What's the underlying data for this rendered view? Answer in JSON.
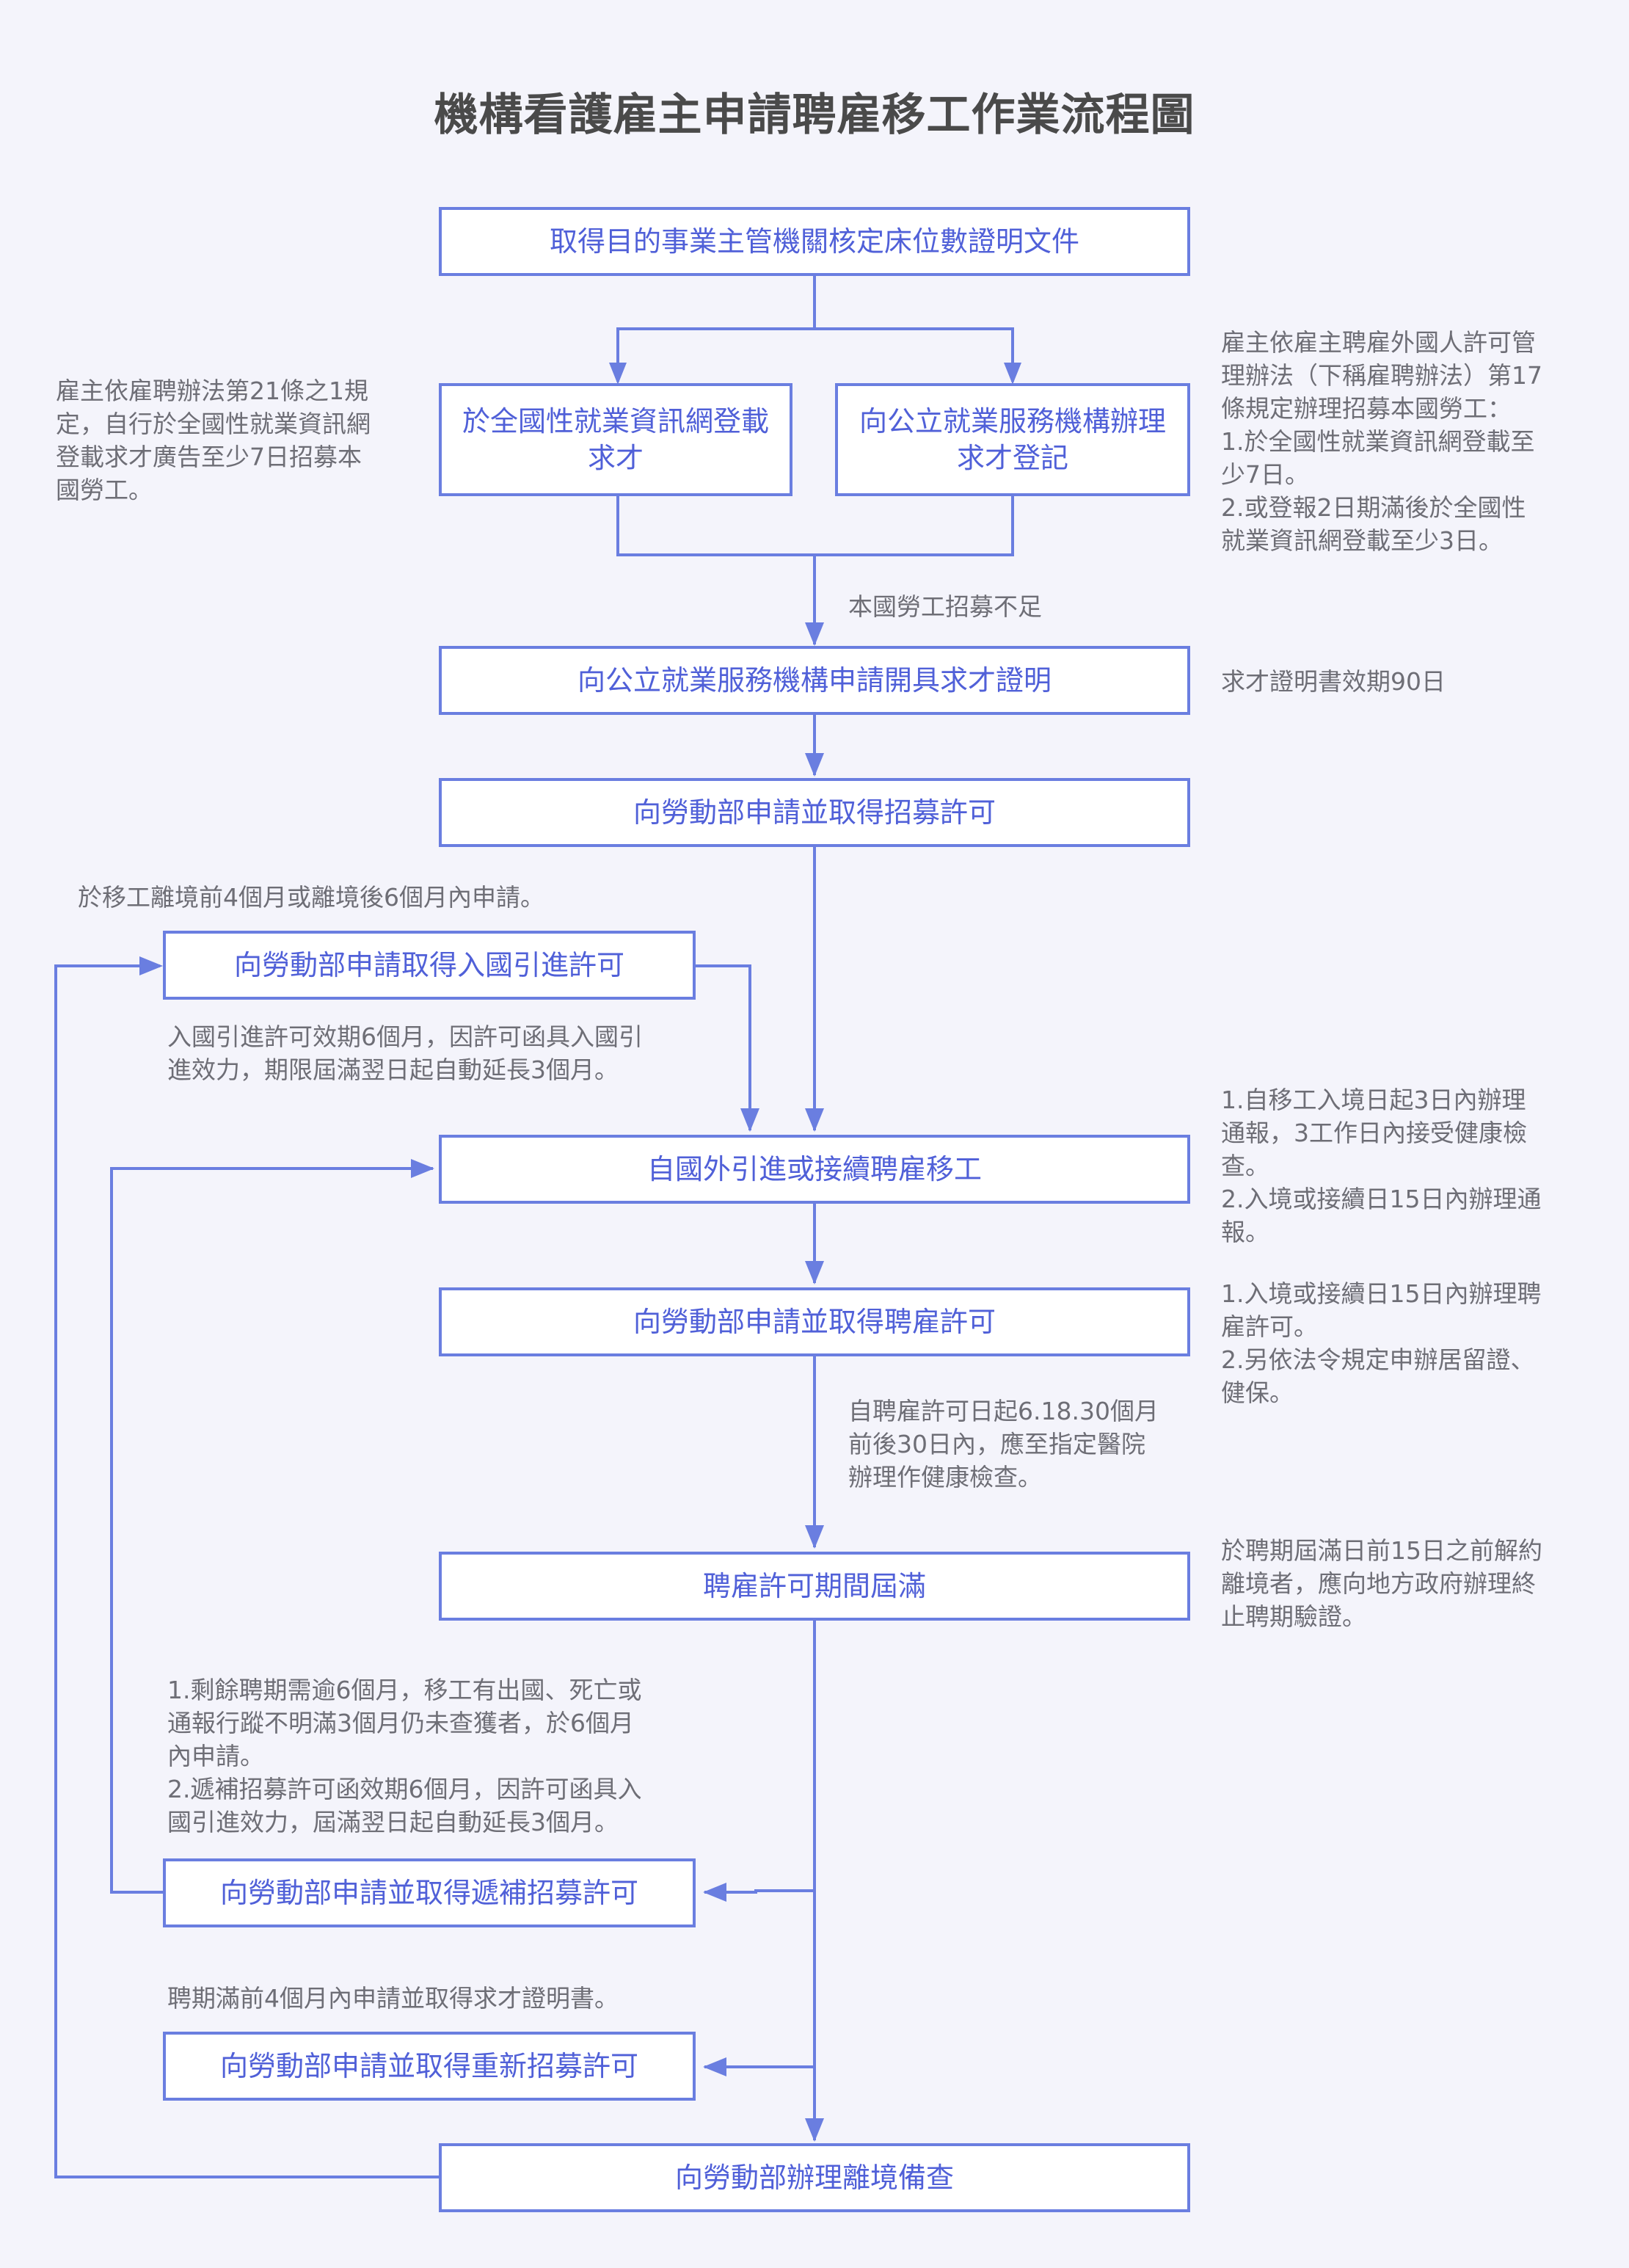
{
  "title": "機構看護雇主申請聘雇移工作業流程圖",
  "colors": {
    "line": "#6a7ee0",
    "box_text": "#5060d8",
    "note_text": "#6e6e76",
    "background": "#f4f4fb"
  },
  "boxes": {
    "certificate": "取得目的事業主管機關核定床位數證明文件",
    "online_listing": "於全國性就業資訊網登載求才",
    "public_registration": "向公立就業服務機構辦理求才登記",
    "recruit_proof": "向公立就業服務機構申請開具求才證明",
    "recruit_permit": "向勞動部申請並取得招募許可",
    "entry_permit": "向勞動部申請取得入國引進許可",
    "hire_worker": "自國外引進或接續聘雇移工",
    "employ_permit": "向勞動部申請並取得聘雇許可",
    "permit_expiry": "聘雇許可期間屆滿",
    "replacement_permit": "向勞動部申請並取得遞補招募許可",
    "rerecruit_permit": "向勞動部申請並取得重新招募許可",
    "departure_record": "向勞動部辦理離境備查"
  },
  "notes": {
    "left_online": "雇主依雇聘辦法第21條之1規\n定，自行於全國性就業資訊網\n登載求才廣告至少7日招募本\n國勞工。",
    "right_public": "雇主依雇主聘雇外國人許可管\n理辦法（下稱雇聘辦法）第17\n條規定辦理招募本國勞工：\n1.於全國性就業資訊網登載至\n少7日。\n2.或登報2日期滿後於全國性\n就業資訊網登載至少3日。",
    "shortage": "本國勞工招募不足",
    "proof_valid": "求才證明書效期90日",
    "entry_timing": "於移工離境前4個月或離境後6個月內申請。",
    "entry_valid": "入國引進許可效期6個月，因許可函具入國引\n進效力，期限屆滿翌日起自動延長3個月。",
    "hire_report": "1.自移工入境日起3日內辦理\n通報，3工作日內接受健康檢\n查。\n2.入境或接續日15日內辦理通\n報。",
    "employ_apply": "1.入境或接續日15日內辦理聘\n雇許可。\n2.另依法令規定申辦居留證、\n健保。",
    "health_check": "自聘雇許可日起6.18.30個月\n前後30日內，應至指定醫院\n辦理作健康檢查。",
    "termination": "於聘期屆滿日前15日之前解約\n離境者，應向地方政府辦理終\n止聘期驗證。",
    "replacement_cond": "1.剩餘聘期需逾6個月，移工有出國、死亡或\n通報行蹤不明滿3個月仍未查獲者，於6個月\n內申請。\n2.遞補招募許可函效期6個月，因許可函具入\n國引進效力，屆滿翌日起自動延長3個月。",
    "rerecruit_cond": "聘期滿前4個月內申請並取得求才證明書。"
  }
}
